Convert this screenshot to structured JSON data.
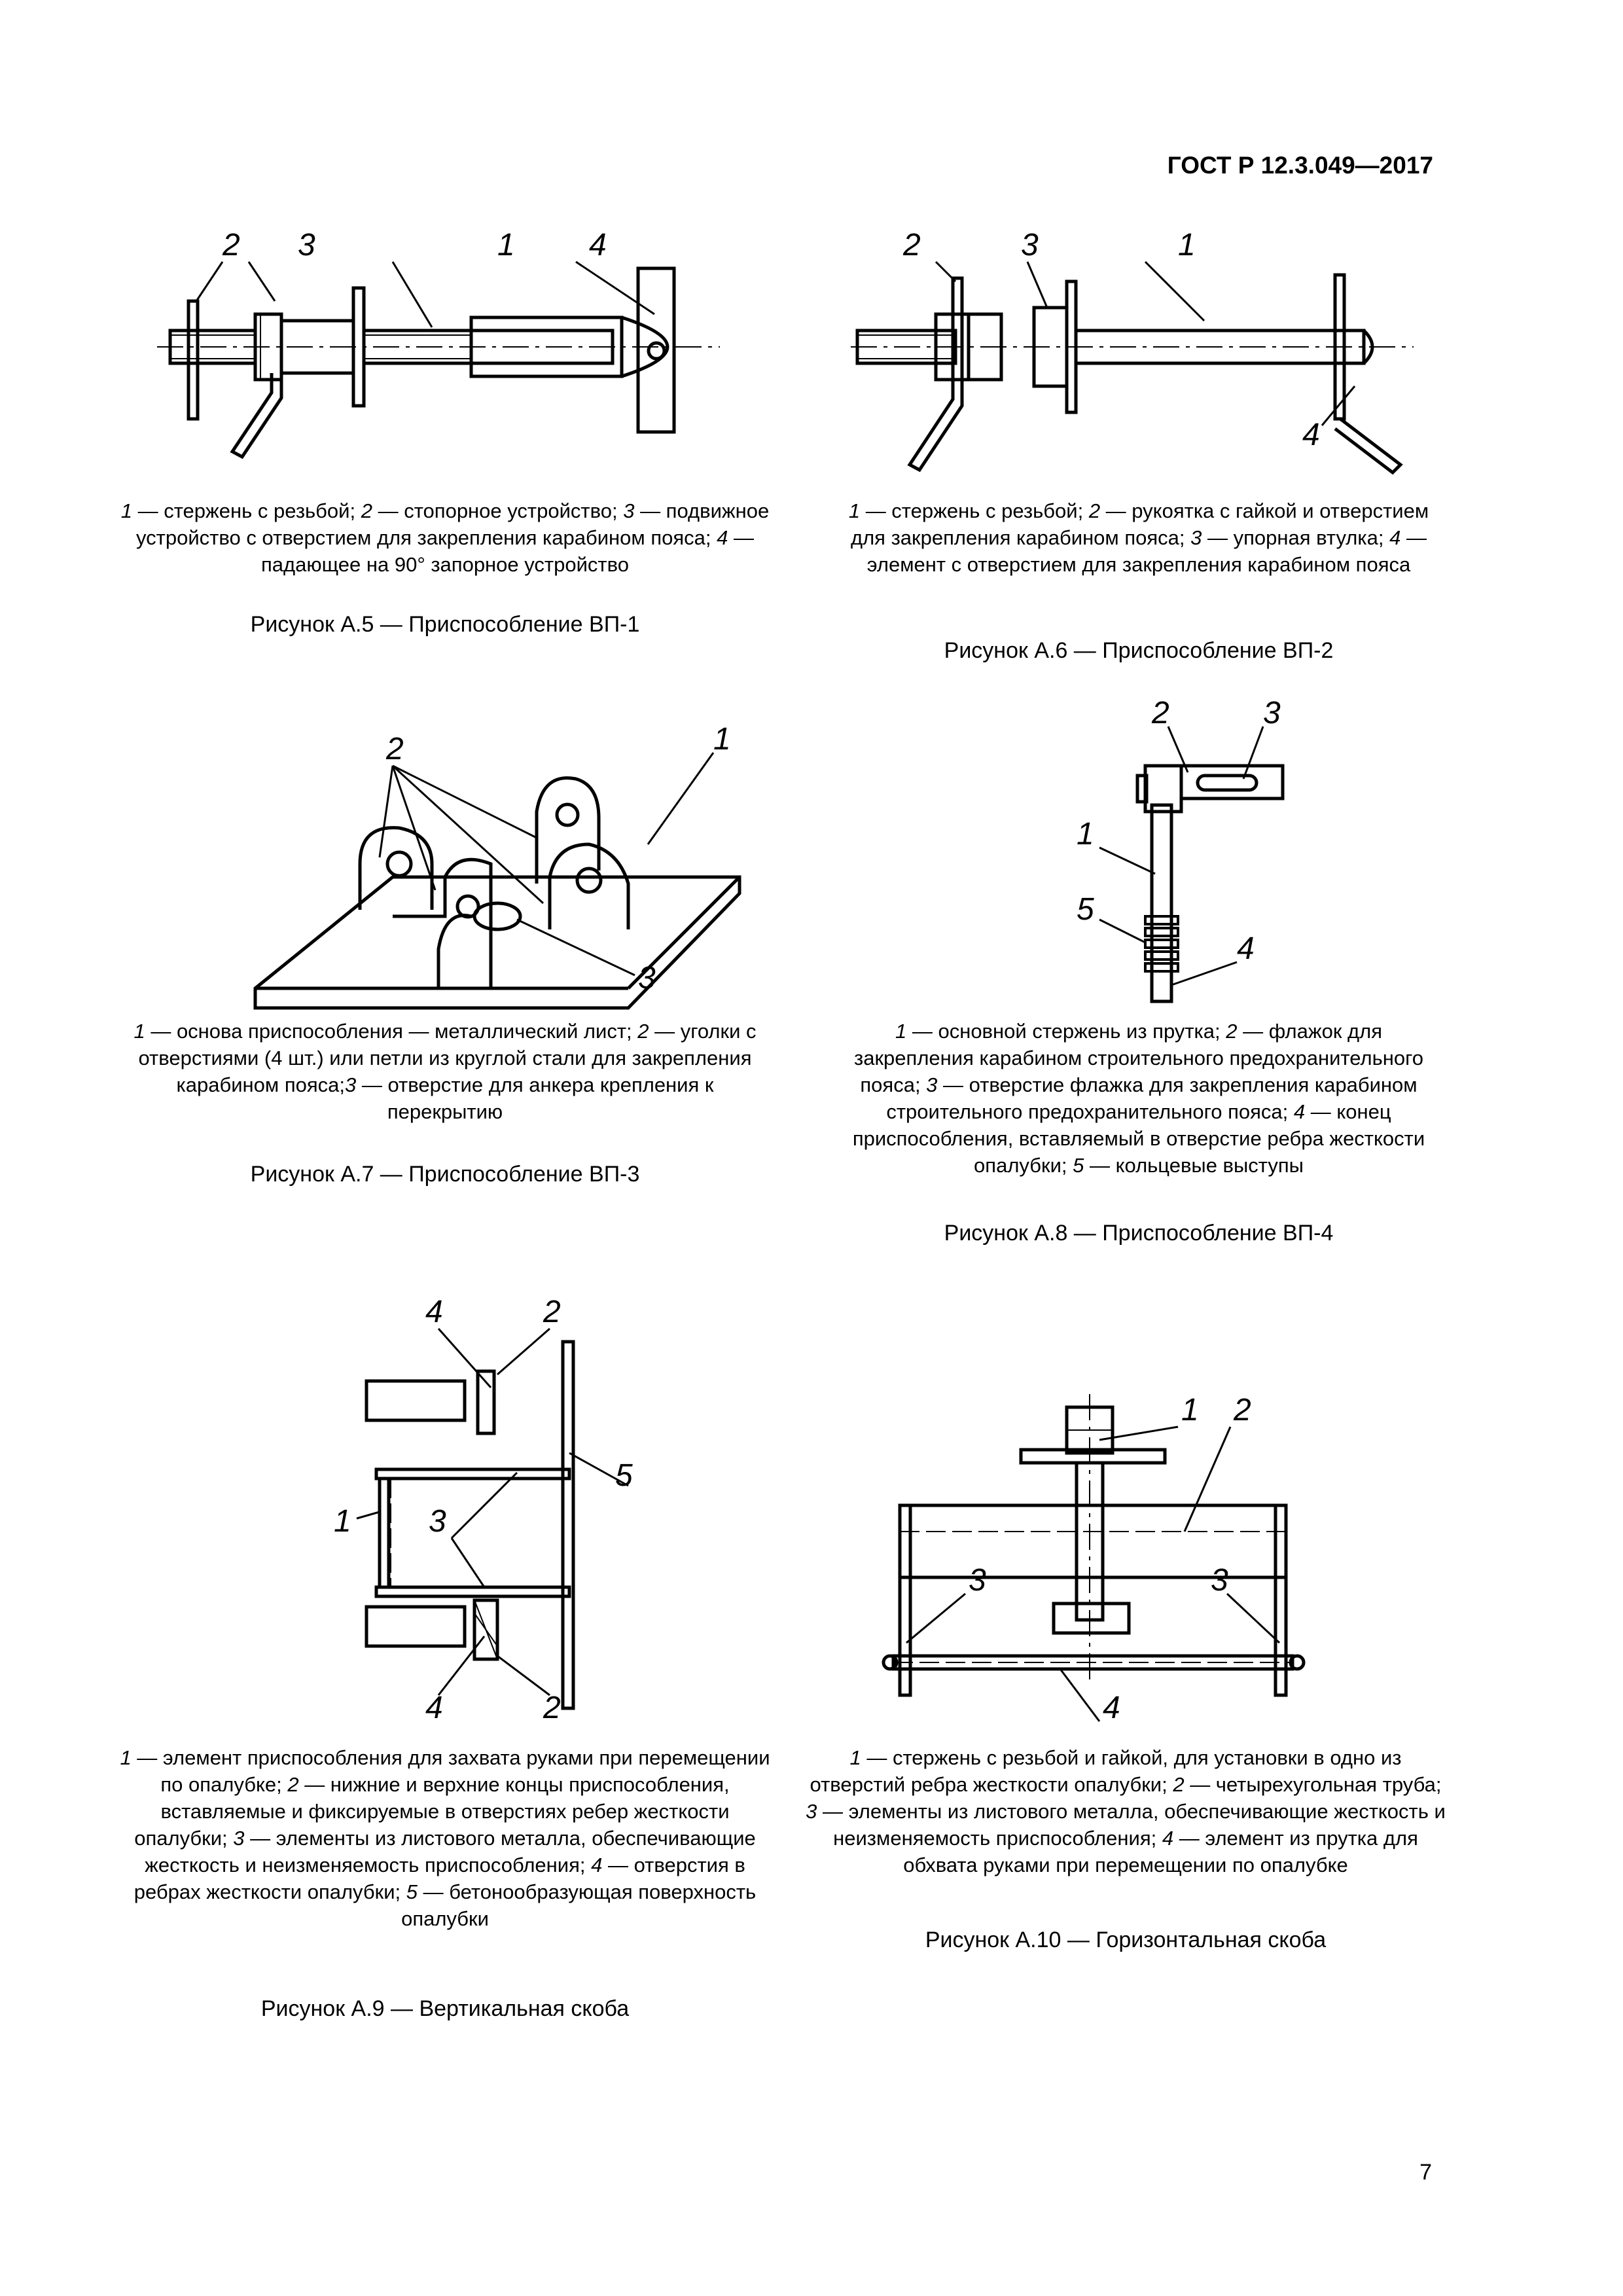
{
  "header": {
    "standard": "ГОСТ Р 12.3.049—2017"
  },
  "figures": [
    {
      "labels": [
        "1",
        "2",
        "3",
        "4"
      ],
      "legend": [
        {
          "n": "1",
          "t": " — стержень с резьбой; "
        },
        {
          "n": "2",
          "t": " — стопорное устройство; "
        },
        {
          "n": "3",
          "t": " — подвижное устройство с отверстием для закрепления карабином пояса; "
        },
        {
          "n": "4",
          "t": " — падающее на 90° запорное устройство"
        }
      ],
      "caption": "Рисунок А.5 — Приспособление ВП-1"
    },
    {
      "labels": [
        "1",
        "2",
        "3",
        "4"
      ],
      "legend": [
        {
          "n": "1",
          "t": " — стержень с резьбой; "
        },
        {
          "n": "2",
          "t": " — рукоятка с гайкой и отверстием для закрепления карабином пояса; "
        },
        {
          "n": "3",
          "t": " — упорная втулка; "
        },
        {
          "n": "4",
          "t": " — элемент с отверстием для закрепления карабином пояса"
        }
      ],
      "caption": "Рисунок А.6 — Приспособление ВП-2"
    },
    {
      "labels": [
        "1",
        "2",
        "3"
      ],
      "legend": [
        {
          "n": "1",
          "t": " — основа приспособления — металлический лист; "
        },
        {
          "n": "2",
          "t": " — уголки с отверстиями (4 шт.) или петли из круглой стали для закрепления карабином пояса;"
        },
        {
          "n": "3",
          "t": " — отверстие для анкера крепления к перекрытию"
        }
      ],
      "caption": "Рисунок А.7 — Приспособление ВП-3"
    },
    {
      "labels": [
        "1",
        "2",
        "3",
        "4",
        "5"
      ],
      "legend": [
        {
          "n": "1",
          "t": " — основной стержень из прутка; "
        },
        {
          "n": "2",
          "t": " — флажок для закрепления карабином строительного предохранительного пояса; "
        },
        {
          "n": "3",
          "t": " — отверстие флажка для закрепления карабином строительного предохранительного пояса; "
        },
        {
          "n": "4",
          "t": " — конец приспособления, вставляемый в отверстие ребра жесткости опалубки; "
        },
        {
          "n": "5",
          "t": " — кольцевые выступы"
        }
      ],
      "caption": "Рисунок А.8 — Приспособление ВП-4"
    },
    {
      "labels": [
        "1",
        "2",
        "3",
        "4",
        "5"
      ],
      "legend": [
        {
          "n": "1",
          "t": " — элемент приспособления для захвата руками при перемещении по опалубке; "
        },
        {
          "n": "2",
          "t": " — нижние и верхние концы приспособления, вставляемые и фиксируемые в отверстиях ребер жесткости опалубки; "
        },
        {
          "n": "3",
          "t": " — элементы из листового металла, обеспечивающие жесткость и неизменяемость приспособления; "
        },
        {
          "n": "4",
          "t": " — отверстия в ребрах жесткости опалубки; "
        },
        {
          "n": "5",
          "t": " — бетонообразующая поверхность опалубки"
        }
      ],
      "caption": "Рисунок А.9 — Вертикальная скоба"
    },
    {
      "labels": [
        "1",
        "2",
        "3",
        "4"
      ],
      "legend": [
        {
          "n": "1",
          "t": " — стержень с резьбой и гайкой, для установки в одно из отверстий ребра жесткости опалубки; "
        },
        {
          "n": "2",
          "t": " — четырехугольная труба; "
        },
        {
          "n": "3",
          "t": " — элементы из листового металла, обеспечивающие жесткость и неизменяемость приспособления; "
        },
        {
          "n": "4",
          "t": " — элемент из прутка для обхвата руками при перемещении по опалубке"
        }
      ],
      "caption": "Рисунок А.10 — Горизонтальная скоба"
    }
  ],
  "page_number": "7"
}
